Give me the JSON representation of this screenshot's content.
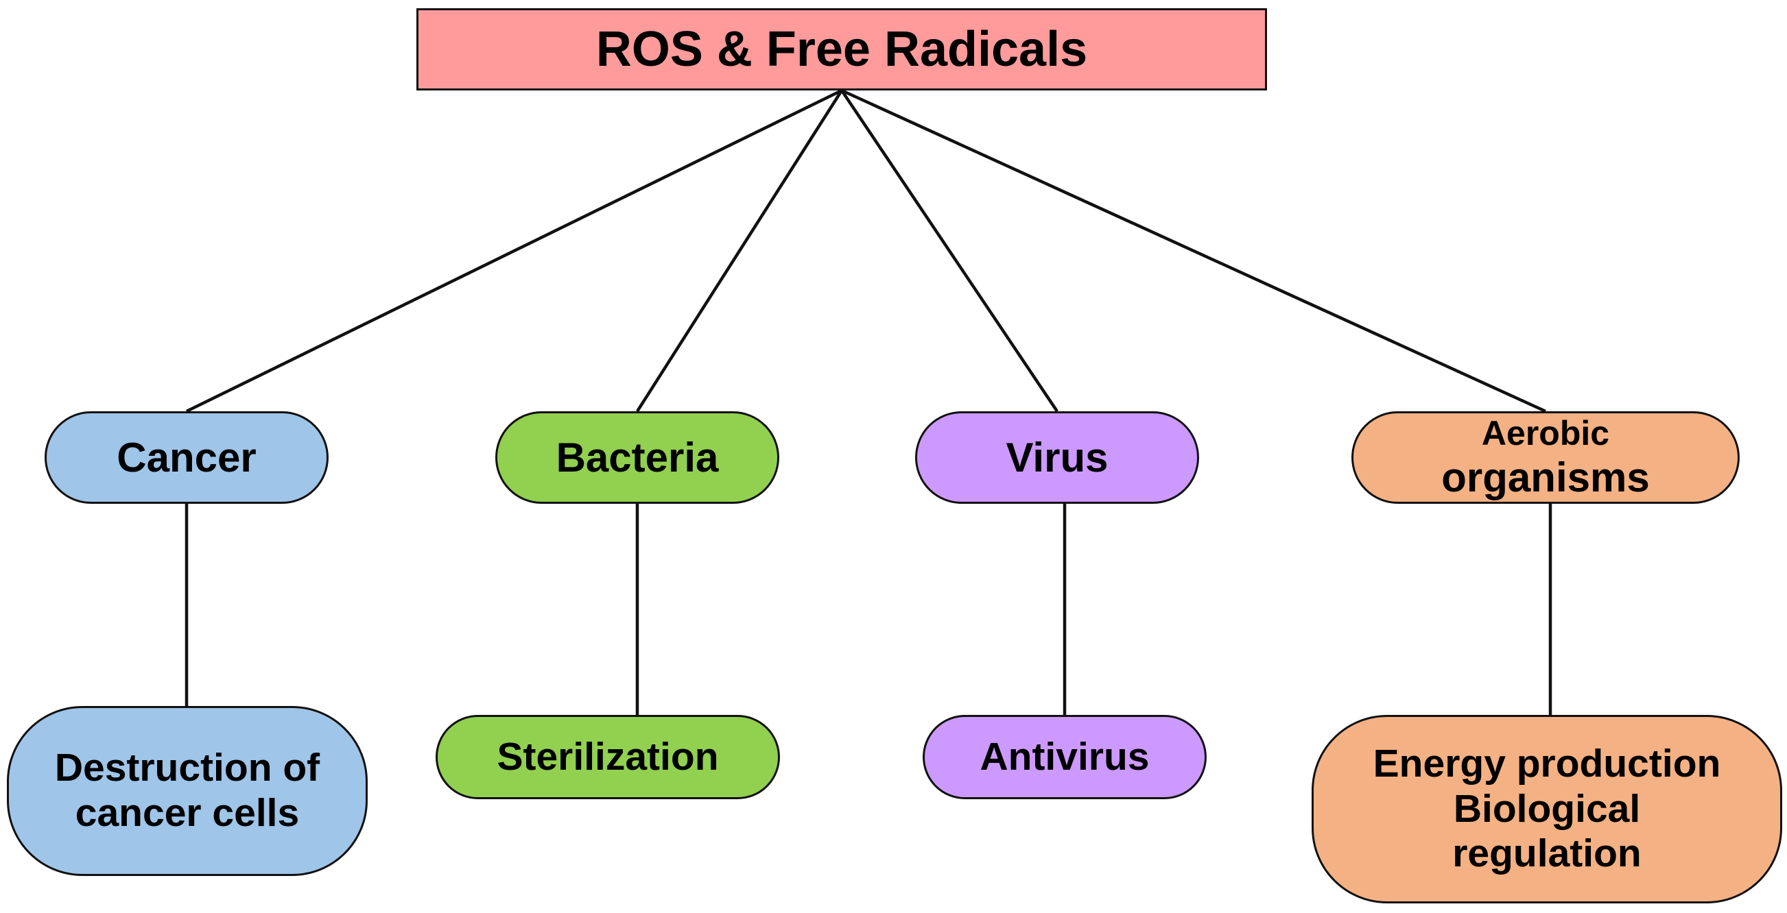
{
  "diagram": {
    "root": {
      "label": "ROS & Free Radicals",
      "color": "#ff9b9b"
    },
    "branches": [
      {
        "id": "cancer",
        "label_lines": [
          "Cancer"
        ],
        "color": "#9fc5e8",
        "outcome_lines": [
          "Destruction of",
          "cancer cells"
        ]
      },
      {
        "id": "bacteria",
        "label_lines": [
          "Bacteria"
        ],
        "color": "#92d050",
        "outcome_lines": [
          "Sterilization"
        ]
      },
      {
        "id": "virus",
        "label_lines": [
          "Virus"
        ],
        "color": "#cc99ff",
        "outcome_lines": [
          "Antivirus"
        ]
      },
      {
        "id": "aerobic",
        "label_lines": [
          "Aerobic",
          "organisms"
        ],
        "color": "#f4b183",
        "outcome_lines": [
          "Energy production",
          "Biological",
          "regulation"
        ]
      }
    ]
  }
}
